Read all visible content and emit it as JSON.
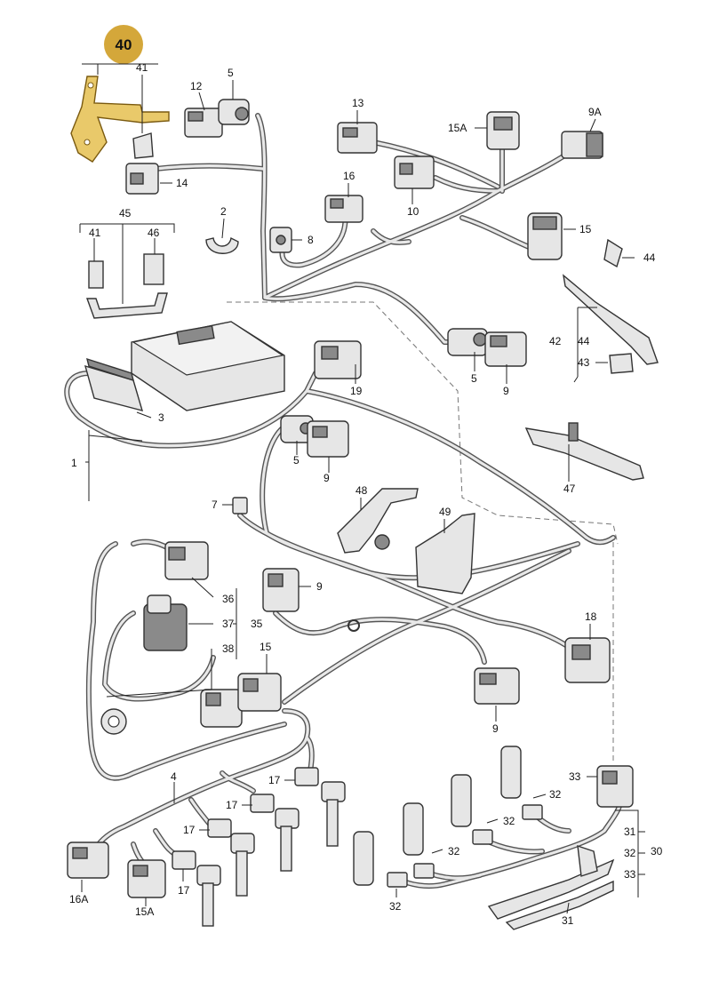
{
  "badge": {
    "number": "40",
    "color": "#d4a73a",
    "highlight": "#e9c96a"
  },
  "labels": [
    {
      "id": "41a",
      "text": "41"
    },
    {
      "id": "12",
      "text": "12"
    },
    {
      "id": "5a",
      "text": "5"
    },
    {
      "id": "13",
      "text": "13"
    },
    {
      "id": "15A_a",
      "text": "15A"
    },
    {
      "id": "9A",
      "text": "9A"
    },
    {
      "id": "14",
      "text": "14"
    },
    {
      "id": "16",
      "text": "16"
    },
    {
      "id": "10",
      "text": "10"
    },
    {
      "id": "2",
      "text": "2"
    },
    {
      "id": "45",
      "text": "45"
    },
    {
      "id": "41b",
      "text": "41"
    },
    {
      "id": "46",
      "text": "46"
    },
    {
      "id": "8",
      "text": "8"
    },
    {
      "id": "15a",
      "text": "15"
    },
    {
      "id": "44a",
      "text": "44"
    },
    {
      "id": "42",
      "text": "42"
    },
    {
      "id": "44b",
      "text": "44"
    },
    {
      "id": "43",
      "text": "43"
    },
    {
      "id": "5b",
      "text": "5"
    },
    {
      "id": "9a",
      "text": "9"
    },
    {
      "id": "19",
      "text": "19"
    },
    {
      "id": "3",
      "text": "3"
    },
    {
      "id": "1",
      "text": "1"
    },
    {
      "id": "5c",
      "text": "5"
    },
    {
      "id": "9b",
      "text": "9"
    },
    {
      "id": "47",
      "text": "47"
    },
    {
      "id": "7",
      "text": "7"
    },
    {
      "id": "48",
      "text": "48"
    },
    {
      "id": "49",
      "text": "49"
    },
    {
      "id": "36",
      "text": "36"
    },
    {
      "id": "9c",
      "text": "9"
    },
    {
      "id": "37",
      "text": "37"
    },
    {
      "id": "35",
      "text": "35"
    },
    {
      "id": "18",
      "text": "18"
    },
    {
      "id": "38",
      "text": "38"
    },
    {
      "id": "15b",
      "text": "15"
    },
    {
      "id": "9d",
      "text": "9"
    },
    {
      "id": "33",
      "text": "33"
    },
    {
      "id": "4",
      "text": "4"
    },
    {
      "id": "17a",
      "text": "17"
    },
    {
      "id": "17b",
      "text": "17"
    },
    {
      "id": "32a",
      "text": "32"
    },
    {
      "id": "31a",
      "text": "31"
    },
    {
      "id": "32b",
      "text": "32"
    },
    {
      "id": "17c",
      "text": "17"
    },
    {
      "id": "32c",
      "text": "32"
    },
    {
      "id": "32d",
      "text": "32"
    },
    {
      "id": "30",
      "text": "30"
    },
    {
      "id": "33b",
      "text": "33"
    },
    {
      "id": "16A",
      "text": "16A"
    },
    {
      "id": "15A_b",
      "text": "15A"
    },
    {
      "id": "17d",
      "text": "17"
    },
    {
      "id": "32e",
      "text": "32"
    },
    {
      "id": "31b",
      "text": "31"
    }
  ]
}
